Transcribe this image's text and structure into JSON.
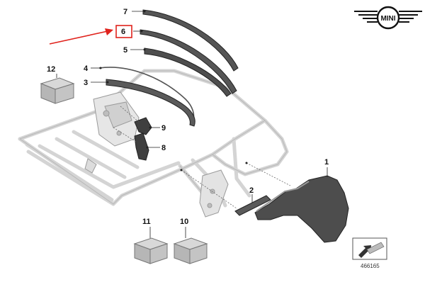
{
  "brand": {
    "logo_text": "MINI"
  },
  "callouts": {
    "c1": "1",
    "c2": "2",
    "c3": "3",
    "c4": "4",
    "c5": "5",
    "c6": "6",
    "c7": "7",
    "c8": "8",
    "c9": "9",
    "c10": "10",
    "c11": "11",
    "c12": "12"
  },
  "highlight": {
    "callout": "6",
    "color": "#e0221c"
  },
  "diagram_number": "466165",
  "colors": {
    "line": "#222222",
    "frame": "#d9d9d9",
    "part_dark": "#4a4a4a",
    "box_top": "#cfcfcf",
    "box_side": "#a9a9a9"
  }
}
